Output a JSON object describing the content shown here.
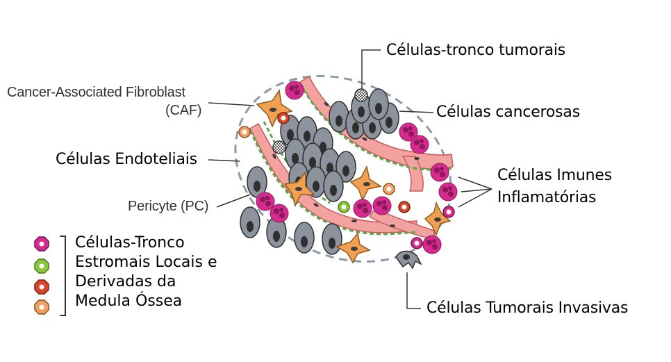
{
  "labels": {
    "caf_line1": "Cancer-Associated Fibroblast",
    "caf_line2": "(CAF)",
    "endothelial": "Células Endoteliais",
    "pericyte": "Pericyte (PC)",
    "tumor_stem": "Células-tronco tumorais",
    "cancer_cells": "Células cancerosas",
    "immune_line1": "Células Imunes",
    "immune_line2": "Inflamatórias",
    "invasive": "Células Tumorais Invasivas"
  },
  "legend": {
    "lines": [
      "Células-Tronco",
      "Estromais Locais e",
      "Derivadas da",
      "Medula Óssea"
    ],
    "items": [
      {
        "icon": "magenta-cell-icon",
        "color": "#d62a8f"
      },
      {
        "icon": "green-cell-icon",
        "color": "#8cc63f"
      },
      {
        "icon": "red-cell-icon",
        "color": "#d9472b"
      },
      {
        "icon": "orange-cell-icon",
        "color": "#f0a060"
      }
    ]
  },
  "colors": {
    "cancer_cell": "#8c939c",
    "nucleus": "#3a3a3a",
    "vessel": "#f2a3a0",
    "caf": "#f0a050",
    "immune": "#d62a8f",
    "boundary": "#8e98a6"
  }
}
